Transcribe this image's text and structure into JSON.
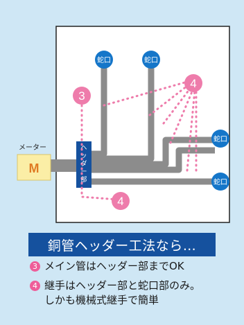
{
  "diagram": {
    "meter_caption": "メーター",
    "meter_letter": "M",
    "header_label": "ヘッダー部",
    "faucet_label": "蛇口",
    "marker_3": "3",
    "marker_4": "4",
    "colors": {
      "background": "#cfe7f5",
      "pipe": "#8c8c8c",
      "faucet": "#1576c9",
      "header": "#15519e",
      "marker": "#ee7cab",
      "meter": "#fbeea6"
    }
  },
  "caption": {
    "title": "銅管ヘッダー工法なら…",
    "notes": [
      {
        "number": "3",
        "text": "メイン管はヘッダー部までOK"
      },
      {
        "number": "4",
        "text": "継手はヘッダー部と蛇口部のみ。",
        "text2": "しかも機械式継手で簡単"
      }
    ]
  }
}
